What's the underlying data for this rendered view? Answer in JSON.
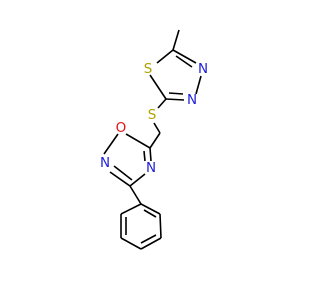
{
  "molecule": {
    "atoms": {
      "s_ring": "S",
      "n_thiadiazole_upper": "N",
      "n_thiadiazole_lower": "N",
      "s_linker": "S",
      "o_oxadiazole": "O",
      "n_oxadiazole_left": "N",
      "n_oxadiazole_right": "N"
    },
    "colors": {
      "sulfur": "#b2a100",
      "nitrogen": "#2020d8",
      "oxygen": "#e81010",
      "carbon": "#000000"
    }
  }
}
